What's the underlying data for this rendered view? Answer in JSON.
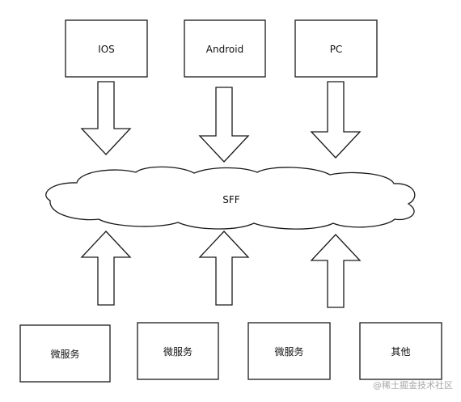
{
  "clients": [
    "IOS",
    "Android",
    "PC"
  ],
  "gateway": "SFF",
  "services": [
    "微服务",
    "微服务",
    "微服务",
    "其他"
  ],
  "watermark": "@稀土掘金技术社区"
}
